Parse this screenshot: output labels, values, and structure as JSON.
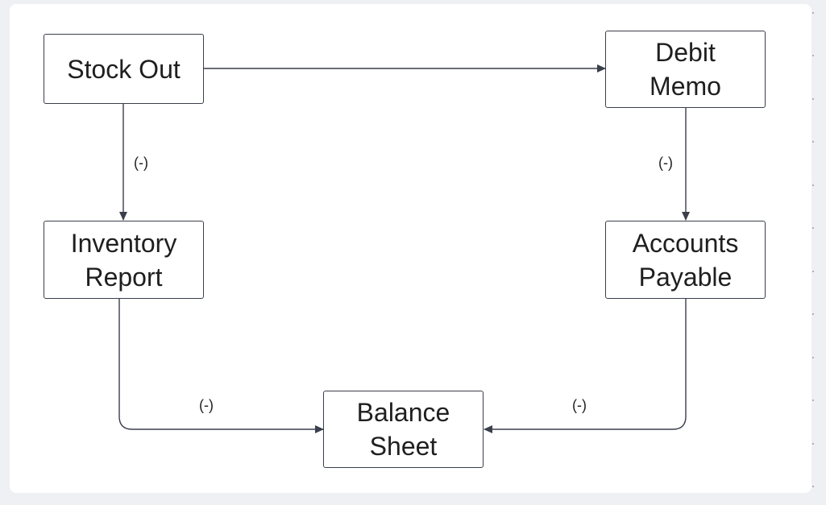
{
  "diagram": {
    "nodes": [
      {
        "id": "stock-out",
        "label": "Stock Out"
      },
      {
        "id": "debit-memo",
        "label": "Debit\nMemo"
      },
      {
        "id": "inventory-report",
        "label": "Inventory\nReport"
      },
      {
        "id": "accounts-payable",
        "label": "Accounts\nPayable"
      },
      {
        "id": "balance-sheet",
        "label": "Balance\nSheet"
      }
    ],
    "edges": [
      {
        "from": "stock-out",
        "to": "debit-memo",
        "label": ""
      },
      {
        "from": "stock-out",
        "to": "inventory-report",
        "label": "(-)"
      },
      {
        "from": "debit-memo",
        "to": "accounts-payable",
        "label": "(-)"
      },
      {
        "from": "inventory-report",
        "to": "balance-sheet",
        "label": "(-)"
      },
      {
        "from": "accounts-payable",
        "to": "balance-sheet",
        "label": "(-)"
      }
    ],
    "colors": {
      "stroke": "#3a3f4b",
      "text": "#1f1f1f",
      "canvas": "#ffffff",
      "background": "#eff0f3"
    }
  }
}
